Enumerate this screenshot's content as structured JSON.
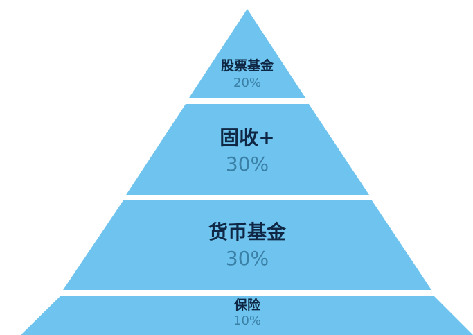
{
  "diagram": {
    "fill_color": "#6ec4ee",
    "tiers": [
      {
        "name": "股票基金",
        "percent": "20%"
      },
      {
        "name": "固收+",
        "percent": "30%"
      },
      {
        "name": "货币基金",
        "percent": "30%"
      },
      {
        "name": "保险",
        "percent": "10%"
      }
    ]
  }
}
